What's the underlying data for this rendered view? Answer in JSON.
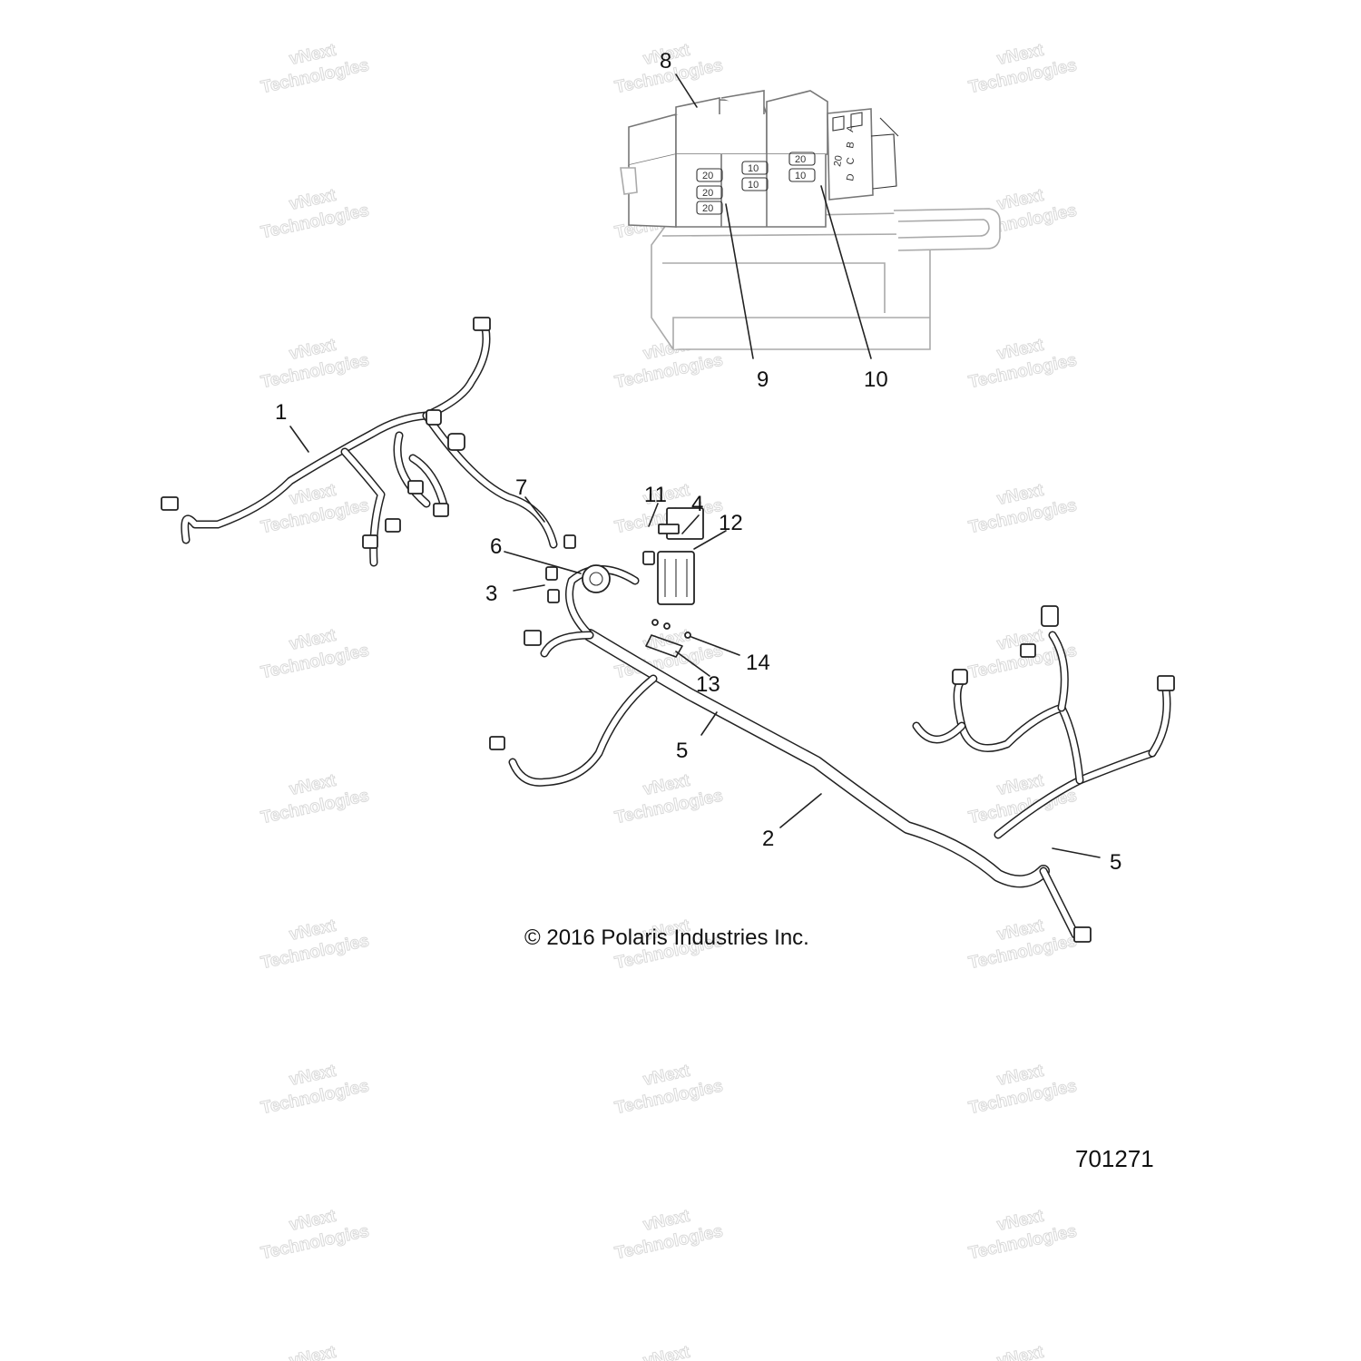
{
  "callouts": [
    "1",
    "2",
    "3",
    "4",
    "5",
    "5",
    "6",
    "7",
    "8",
    "9",
    "10",
    "11",
    "12",
    "13",
    "14"
  ],
  "fuse_box": {
    "fuse_ratings": [
      "20",
      "20",
      "20",
      "10",
      "10",
      "20",
      "10"
    ],
    "side_letters": [
      "A",
      "B",
      "C",
      "D"
    ],
    "side_rating": "20"
  },
  "watermark": {
    "line1": "vNext",
    "line2": "Technologies"
  },
  "copyright": "© 2016 Polaris Industries Inc.",
  "document_number": "701271"
}
